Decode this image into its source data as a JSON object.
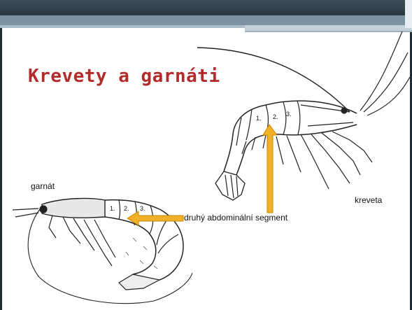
{
  "slide": {
    "title": "Krevety a garnáti",
    "labels": {
      "garnat": "garnát",
      "kreveta": "kreveta",
      "segment_caption": "druhý abdominální segment"
    },
    "garnat_segments": [
      "1.",
      "2.",
      "3."
    ],
    "kreveta_segments": [
      "3.",
      "2.",
      "1."
    ]
  },
  "colors": {
    "title": "#b42b2b",
    "arrow_fill": "#f0b027",
    "arrow_stroke": "#c98700",
    "header_dark": "#2a3640",
    "header_mid": "#7d93a1"
  }
}
